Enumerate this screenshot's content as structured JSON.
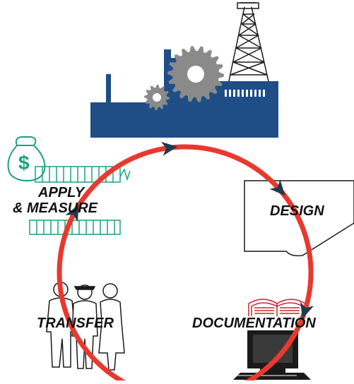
{
  "cycle": {
    "stages": [
      {
        "id": "apply",
        "line1": "APPLY",
        "line2": "& MEASURE"
      },
      {
        "id": "design",
        "label": "DESIGN"
      },
      {
        "id": "documentation",
        "label": "DOCUMENTATION"
      },
      {
        "id": "transfer",
        "label": "TRANSFER"
      }
    ],
    "colors": {
      "ring": "#e8392f",
      "arrow": "#1d3c4e",
      "factory": "#1f4e86",
      "gear": "#8a8a8a",
      "money": "#1aa37a",
      "books": "#c8232c",
      "line": "#1a1a1a"
    },
    "icons": [
      "oil-derrick-icon",
      "factory-icon",
      "gear-icon",
      "money-bag-icon",
      "document-icon",
      "books-icon",
      "computer-icon",
      "people-icon"
    ],
    "symbols": {
      "money_bag": "$"
    }
  }
}
